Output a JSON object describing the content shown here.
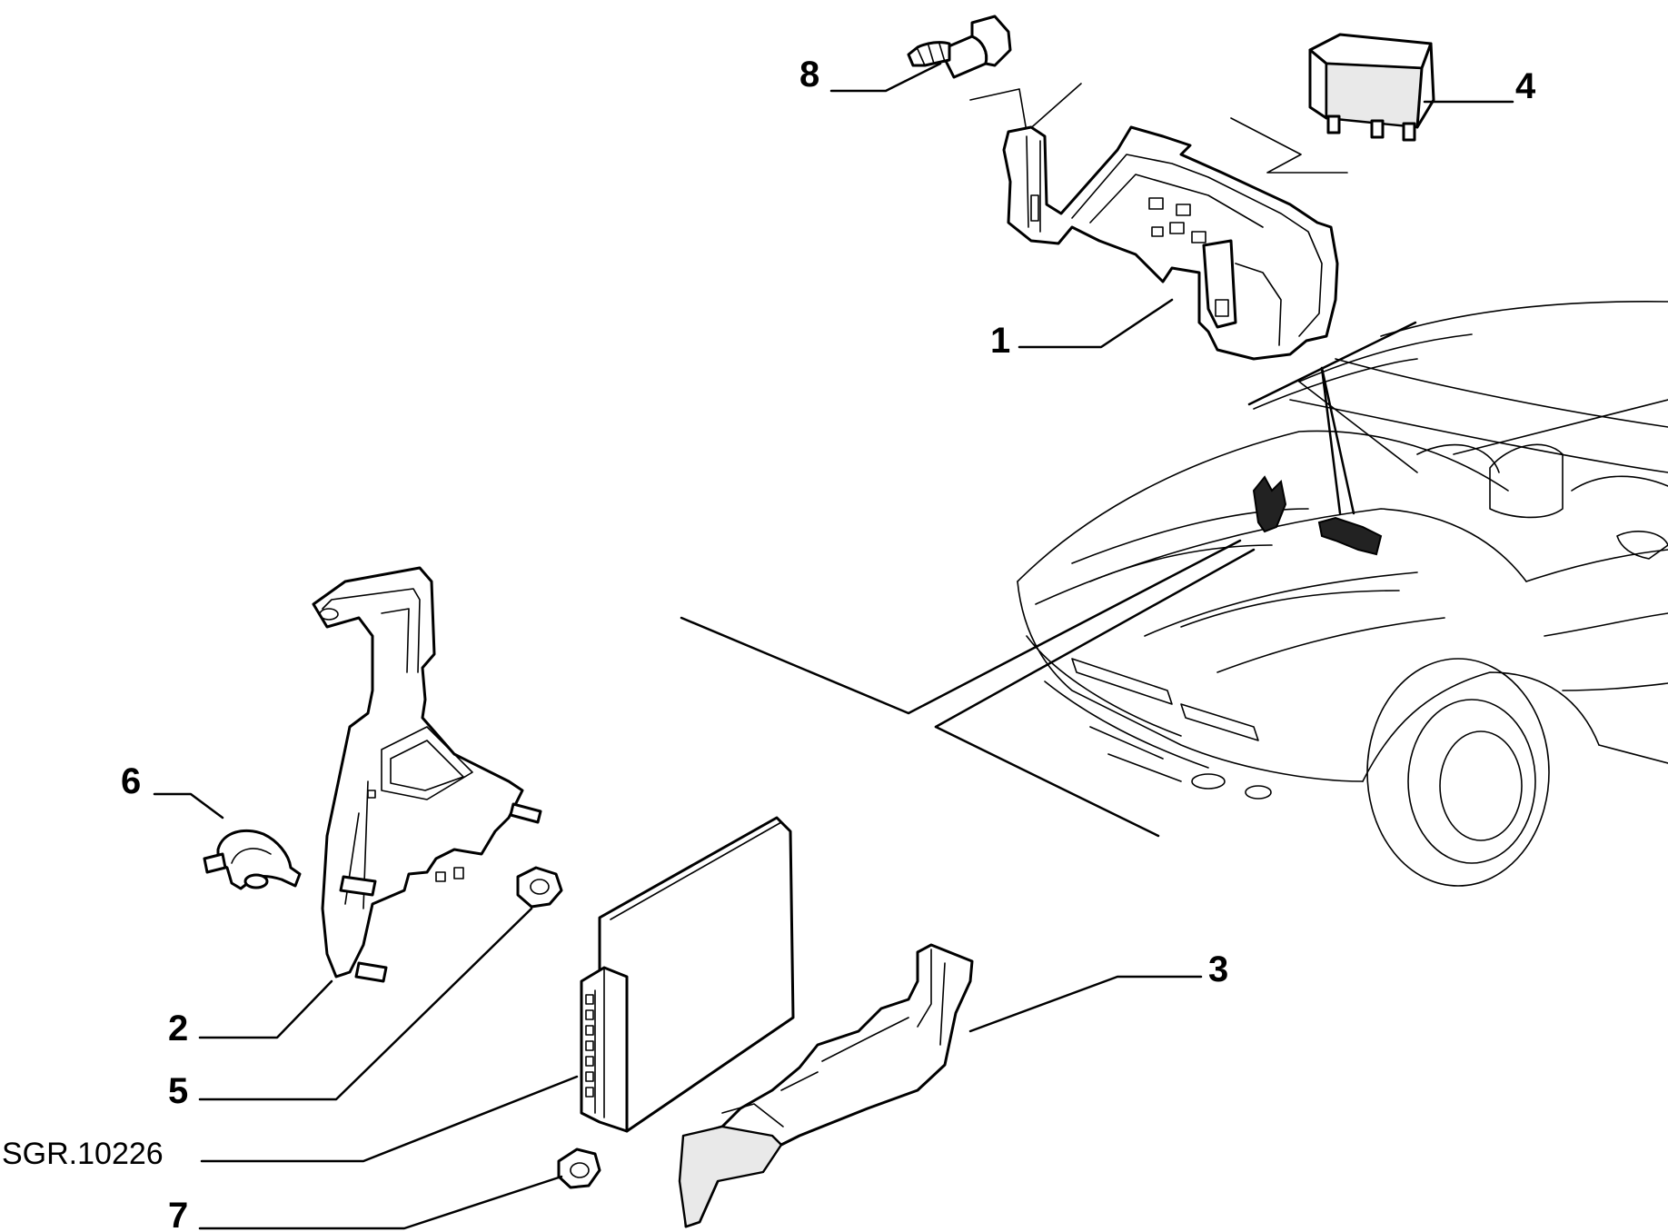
{
  "callouts": {
    "c1": "1",
    "c2": "2",
    "c3": "3",
    "c4": "4",
    "c5": "5",
    "c6": "6",
    "c7": "7",
    "c8": "8",
    "ref": "SGR.10226"
  }
}
